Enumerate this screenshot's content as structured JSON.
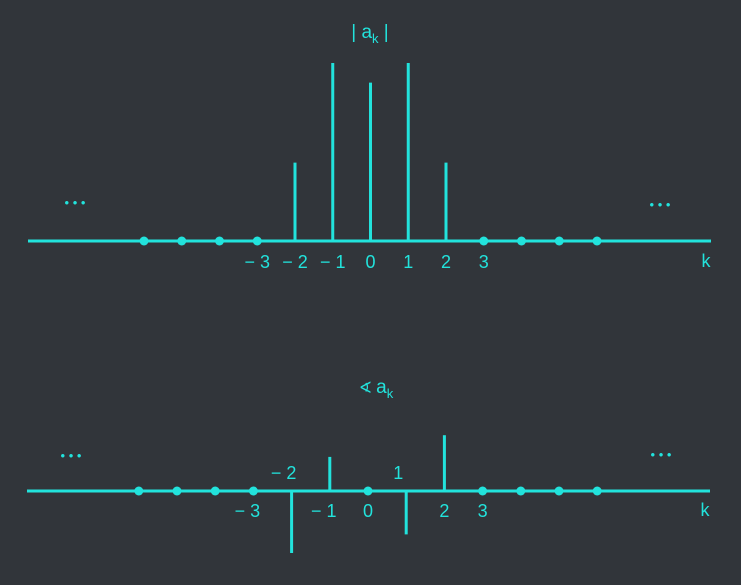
{
  "colors": {
    "background": "#31353a",
    "accent": "#22e3dc"
  },
  "top_plot": {
    "title_prefix": "| a",
    "title_sub": "k",
    "title_suffix": " |",
    "axis_label": "k",
    "ellipsis_left": "• • •",
    "ellipsis_right": "• • •",
    "ticks": [
      {
        "k": -3,
        "label": "− 3"
      },
      {
        "k": -2,
        "label": "− 2"
      },
      {
        "k": -1,
        "label": "− 1"
      },
      {
        "k": 0,
        "label": "0"
      },
      {
        "k": 1,
        "label": "1"
      },
      {
        "k": 2,
        "label": "2"
      },
      {
        "k": 3,
        "label": "3"
      }
    ],
    "stems": [
      {
        "k": -2,
        "value": 0.44
      },
      {
        "k": -1,
        "value": 1.0
      },
      {
        "k": 0,
        "value": 0.89
      },
      {
        "k": 1,
        "value": 1.0
      },
      {
        "k": 2,
        "value": 0.44
      }
    ],
    "zero_dots_k": [
      -6,
      -5,
      -4,
      -3,
      3,
      4,
      5,
      6
    ]
  },
  "bottom_plot": {
    "title_symbol": "∢",
    "title_main": "a",
    "title_sub": "k",
    "axis_label": "k",
    "ellipsis_left": "• • •",
    "ellipsis_right": "• • •",
    "ticks": [
      {
        "k": -3,
        "label": "− 3"
      },
      {
        "k": -1,
        "label": "− 1"
      },
      {
        "k": 0,
        "label": "0"
      },
      {
        "k": 2,
        "label": "2"
      },
      {
        "k": 3,
        "label": "3"
      }
    ],
    "above_labels": [
      {
        "k": -2,
        "label": "− 2"
      },
      {
        "k": 1,
        "label": "1"
      }
    ],
    "stems": [
      {
        "k": -2,
        "value": -1.0
      },
      {
        "k": -1,
        "value": 0.55
      },
      {
        "k": 1,
        "value": -0.7
      },
      {
        "k": 2,
        "value": 0.9
      }
    ],
    "zero_dots_k": [
      -6,
      -5,
      -4,
      -3,
      0,
      3,
      4,
      5,
      6
    ]
  }
}
